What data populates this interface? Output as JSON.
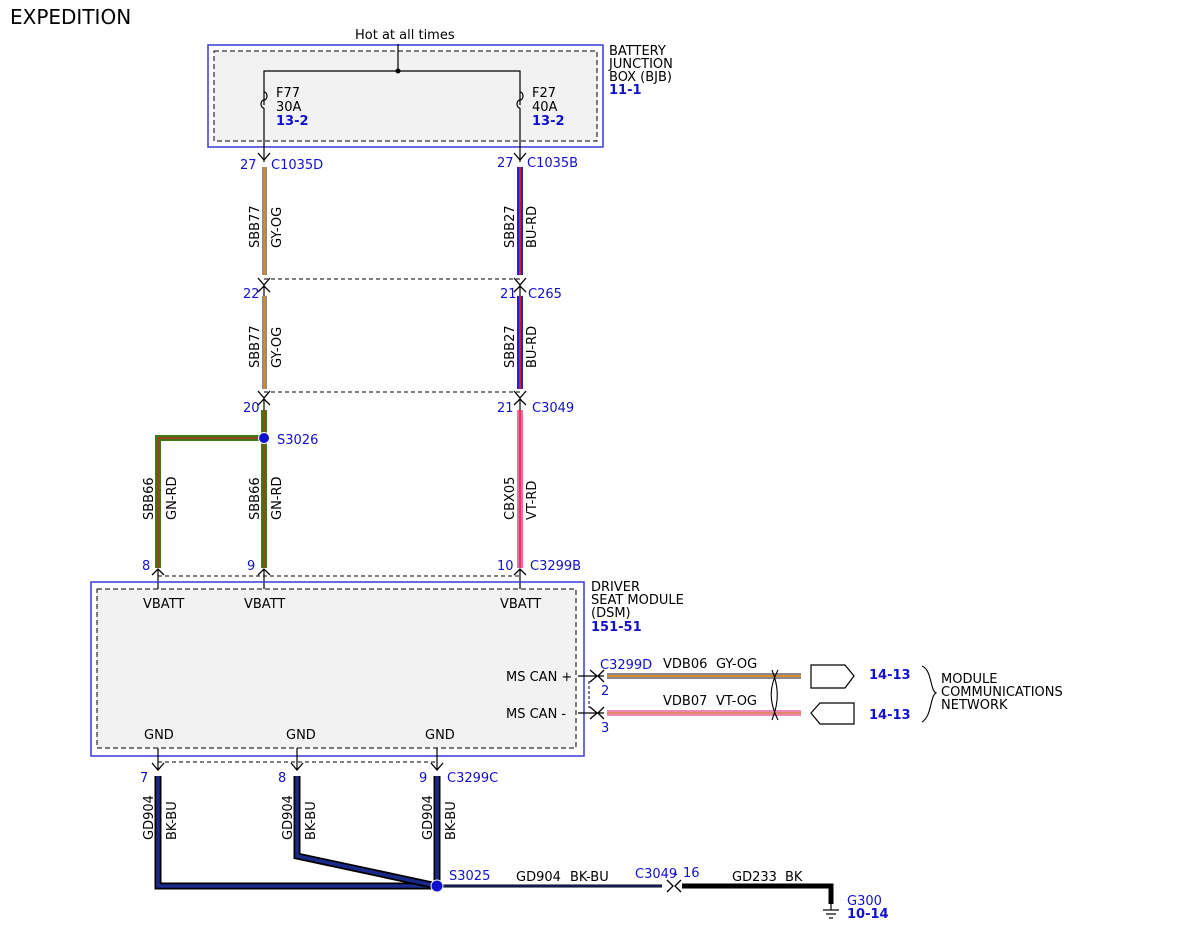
{
  "page": {
    "title": "EXPEDITION"
  },
  "bjb": {
    "hot_label": "Hot at all times",
    "name_lines": [
      "BATTERY",
      "JUNCTION",
      "BOX (BJB)"
    ],
    "ref": "11-1",
    "fuses": [
      {
        "id": "F77",
        "rating": "30A",
        "ref": "13-2"
      },
      {
        "id": "F27",
        "rating": "40A",
        "ref": "13-2"
      }
    ]
  },
  "connectors": {
    "c1035d": {
      "pin": "27",
      "name": "C1035D"
    },
    "c1035b": {
      "pin": "27",
      "name": "C1035B"
    },
    "c265_left_pin": "22",
    "c265": {
      "pin": "21",
      "name": "C265"
    },
    "c3049_left_pin": "20",
    "c3049": {
      "pin": "21",
      "name": "C3049"
    },
    "c3299b_pins": [
      "8",
      "9"
    ],
    "c3299b": {
      "pin": "10",
      "name": "C3299B"
    },
    "c3299d": {
      "name": "C3299D",
      "pins": [
        "2",
        "3"
      ]
    },
    "c3299c_pins": [
      "7",
      "8"
    ],
    "c3299c": {
      "pin": "9",
      "name": "C3299C"
    },
    "c3049_ground": {
      "name": "C3049",
      "pin": "16"
    }
  },
  "splices": {
    "s3026": "S3026",
    "s3025": "S3025"
  },
  "wires": {
    "w1": {
      "circuit": "SBB77",
      "color": "GY-OG"
    },
    "w2": {
      "circuit": "SBB27",
      "color": "BU-RD"
    },
    "w3": {
      "circuit": "SBB77",
      "color": "GY-OG"
    },
    "w4": {
      "circuit": "SBB27",
      "color": "BU-RD"
    },
    "w5": {
      "circuit": "SBB66",
      "color": "GN-RD"
    },
    "w6": {
      "circuit": "SBB66",
      "color": "GN-RD"
    },
    "w7": {
      "circuit": "CBX05",
      "color": "VT-RD"
    },
    "w8": {
      "circuit": "VDB06",
      "color": "GY-OG"
    },
    "w9": {
      "circuit": "VDB07",
      "color": "VT-OG"
    },
    "w10": {
      "circuit": "GD904",
      "color": "BK-BU"
    },
    "w11": {
      "circuit": "GD904",
      "color": "BK-BU"
    },
    "w12": {
      "circuit": "GD904",
      "color": "BK-BU"
    },
    "w13": {
      "circuit": "GD904",
      "color": "BK-BU"
    },
    "w14": {
      "circuit": "GD233",
      "color": "BK"
    }
  },
  "dsm": {
    "name_lines": [
      "DRIVER",
      "SEAT MODULE",
      "(DSM)"
    ],
    "ref": "151-51",
    "vbatt_label": "VBATT",
    "gnd_label": "GND",
    "ms_can_plus": "MS CAN +",
    "ms_can_minus": "MS CAN -"
  },
  "network": {
    "refs": [
      "14-13",
      "14-13"
    ],
    "name_lines": [
      "MODULE",
      "COMMUNICATIONS",
      "NETWORK"
    ]
  },
  "ground": {
    "name": "G300",
    "ref": "10-14"
  },
  "colors": {
    "ref_blue": "#1010d0",
    "box_blue": "#3a3ad8",
    "gy_og": "#8a8a8a",
    "orange": "#d98a2b",
    "bu_rd_blue": "#2020e0",
    "bu_rd_red": "#d02020",
    "gn_rd_green": "#3d7a16",
    "gn_rd_red": "#d02020",
    "vt_rd": "#f06aa8",
    "vt_og": "#ee86b8",
    "bk_bu_blue": "#1a2a8a",
    "bk": "#000000"
  }
}
